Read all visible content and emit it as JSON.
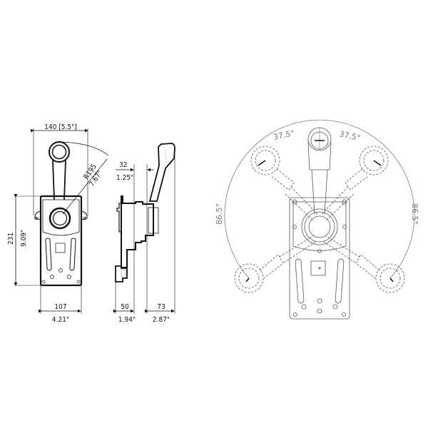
{
  "front_view": {
    "width_top": "140 [5.5\"]",
    "radius_mm": "R195",
    "radius_in": "7.67\"",
    "height_mm": "231",
    "height_in": "9.09\"",
    "width_mm": "107",
    "width_in": "4.21\""
  },
  "side_view": {
    "offset_mm": "32",
    "offset_in": "1.25\"",
    "depth_mm": "50",
    "depth_in": "1.94\"",
    "lever_mm": "73",
    "lever_in": "2.87\""
  },
  "range_view": {
    "angle_left_top": "37.5°",
    "angle_right_top": "37.5°",
    "angle_left_side": "86.5°",
    "angle_right_side": "86.5°"
  },
  "colors": {
    "line_dark": "#111111",
    "line_light": "#666666",
    "text_angle": "#777777"
  }
}
